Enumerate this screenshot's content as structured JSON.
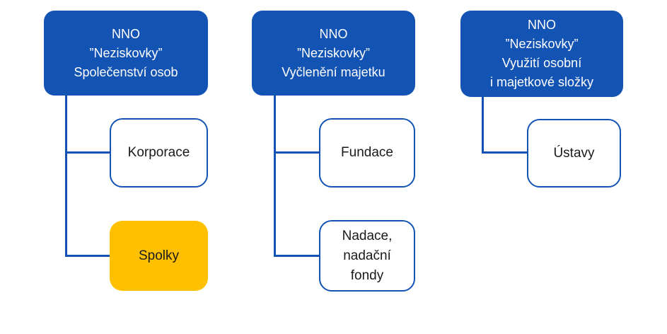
{
  "diagram": {
    "title": "NNO organizational forms chart",
    "trees": [
      {
        "root": {
          "label": "NNO\n”Neziskovky”\nSpolečenství osob"
        },
        "children": [
          {
            "label": "Korporace",
            "variant": "outline"
          },
          {
            "label": "Spolky",
            "variant": "highlight"
          }
        ]
      },
      {
        "root": {
          "label": "NNO\n”Neziskovky”\nVyčlenění majetku"
        },
        "children": [
          {
            "label": "Fundace",
            "variant": "outline"
          },
          {
            "label": "Nadace,\nnadační\nfondy",
            "variant": "outline"
          }
        ]
      },
      {
        "root": {
          "label": "NNO\n”Neziskovky”\nVyužití osobní\ni majetkové složky"
        },
        "children": [
          {
            "label": "Ústavy",
            "variant": "outline"
          }
        ]
      }
    ]
  },
  "colors": {
    "node_blue": "#1253B4",
    "connector_blue": "#1253B4",
    "node_yellow": "#FFC000",
    "text_light": "#FFFFFF",
    "text_dark": "#1A1A1A",
    "background": "#FFFFFF"
  }
}
